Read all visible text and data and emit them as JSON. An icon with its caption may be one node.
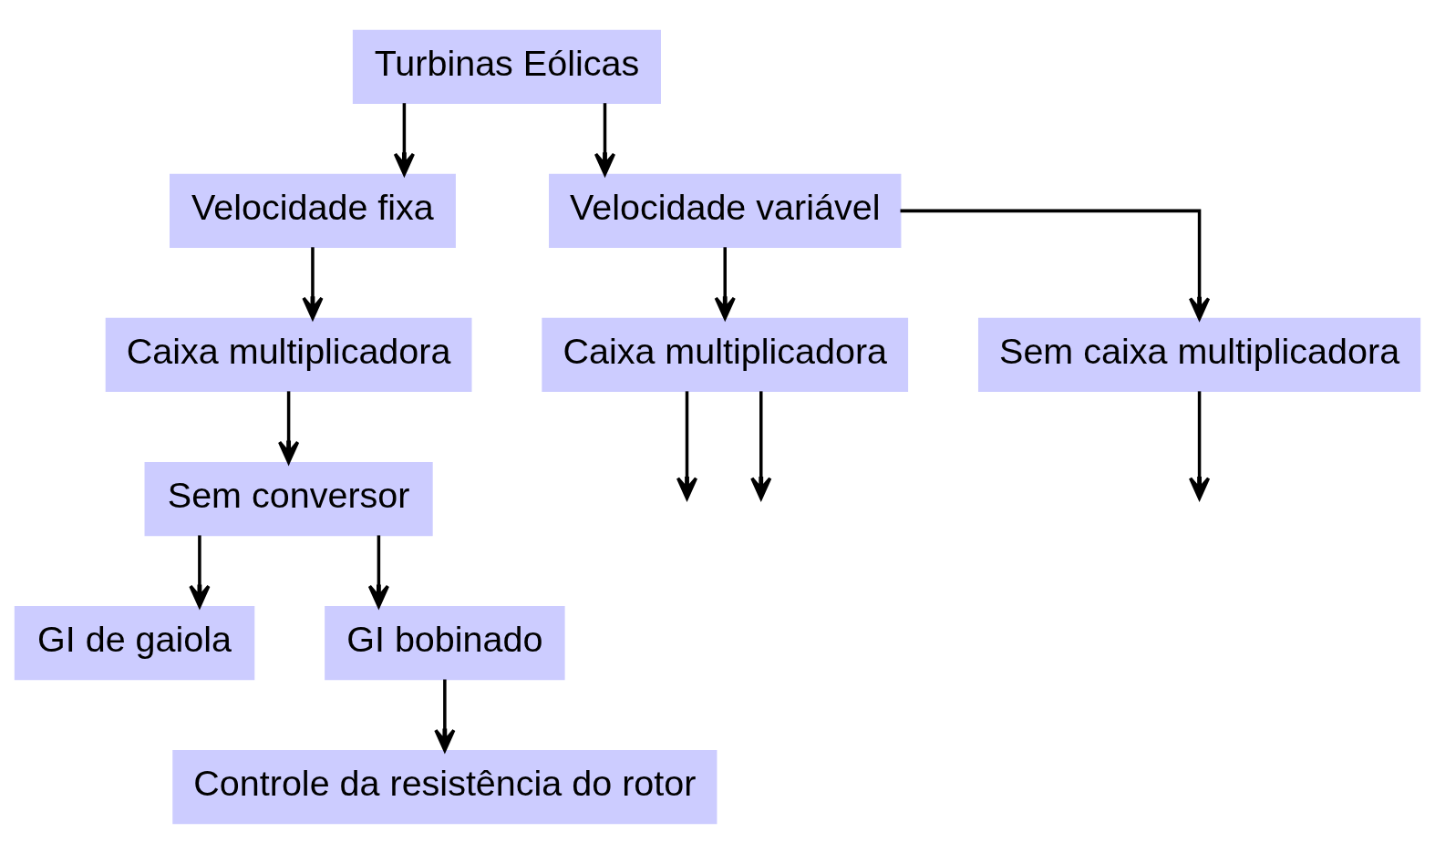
{
  "diagram": {
    "nodes": [
      {
        "text": [
          "Turbinas Eólicas"
        ]
      },
      {
        "text": [
          "Velocidade fixa"
        ]
      },
      {
        "text": [
          "Velocidade variável"
        ]
      },
      {
        "text": [
          "Caixa multiplicadora"
        ]
      },
      {
        "text": [
          "Sem conversor"
        ]
      },
      {
        "text": [
          "GI de gaiola"
        ]
      },
      {
        "text": [
          "GI bobinado"
        ]
      },
      {
        "text": [
          "Controle da resistência do rotor"
        ]
      },
      {
        "text": [
          "Caixa multiplicadora"
        ]
      },
      {
        "text": [
          "Sem caixa multiplicadora"
        ]
      }
    ],
    "edges": [
      {
        "from": 0,
        "to": 1,
        "arrow": "to"
      },
      {
        "from": 0,
        "to": 2,
        "arrow": "to"
      },
      {
        "from": 1,
        "to": 3,
        "arrow": "to"
      },
      {
        "from": 3,
        "to": 4,
        "arrow": "to"
      },
      {
        "from": 4,
        "to": 5,
        "arrow": "to"
      },
      {
        "from": 4,
        "to": 6,
        "arrow": "to"
      },
      {
        "from": 6,
        "to": 7,
        "arrow": "to"
      },
      {
        "from": 2,
        "to": 8,
        "arrow": "to"
      },
      {
        "from": 2,
        "to": 9,
        "arrow": "to"
      },
      {
        "from": 8,
        "to": null,
        "arrow": "to"
      },
      {
        "from": 8,
        "to": null,
        "arrow": "to"
      },
      {
        "from": 9,
        "to": null,
        "arrow": "to"
      }
    ]
  }
}
